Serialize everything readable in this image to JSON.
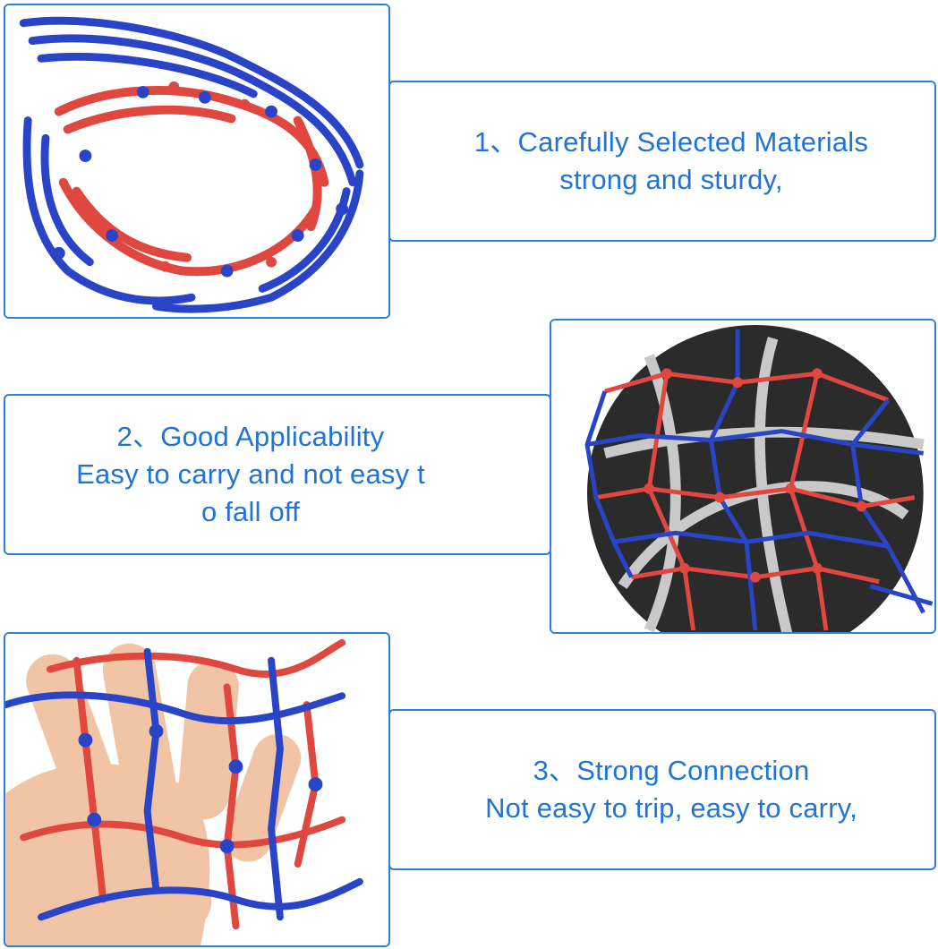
{
  "features": [
    {
      "title": "1、Carefully Selected Materials",
      "lines": [
        "strong and sturdy,"
      ],
      "image": "rolled-red-blue-net-photo"
    },
    {
      "title": "2、Good Applicability",
      "lines": [
        "Easy to carry and not easy t",
        "o fall off"
      ],
      "image": "basketball-in-net-photo"
    },
    {
      "title": "3、Strong Connection",
      "lines": [
        "Not easy to trip, easy to carry,"
      ],
      "image": "hand-holding-net-photo"
    }
  ],
  "colors": {
    "accent": "#2a7fe0",
    "text": "#1f74d6",
    "net_red": "#e0473f",
    "net_blue": "#2a44c8",
    "ball": "#2b2b2b",
    "skin": "#f1c4a6"
  }
}
